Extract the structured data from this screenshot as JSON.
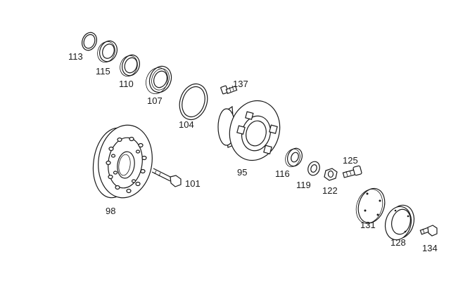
{
  "parts": [
    {
      "id": "p113",
      "number": "113"
    },
    {
      "id": "p115",
      "number": "115"
    },
    {
      "id": "p110",
      "number": "110"
    },
    {
      "id": "p107",
      "number": "107"
    },
    {
      "id": "p104",
      "number": "104"
    },
    {
      "id": "p137",
      "number": "137"
    },
    {
      "id": "p95",
      "number": "95"
    },
    {
      "id": "p116",
      "number": "116"
    },
    {
      "id": "p119",
      "number": "119"
    },
    {
      "id": "p122",
      "number": "122"
    },
    {
      "id": "p125",
      "number": "125"
    },
    {
      "id": "p98",
      "number": "98"
    },
    {
      "id": "p101",
      "number": "101"
    },
    {
      "id": "p131",
      "number": "131"
    },
    {
      "id": "p128",
      "number": "128"
    },
    {
      "id": "p134",
      "number": "134"
    }
  ]
}
